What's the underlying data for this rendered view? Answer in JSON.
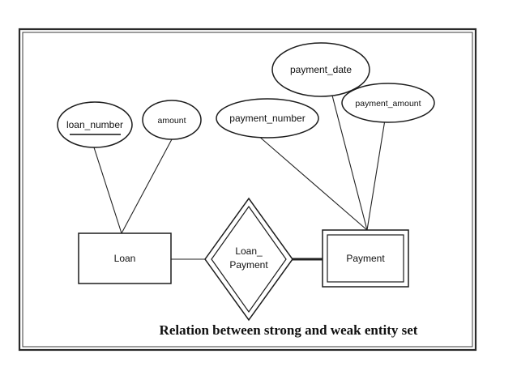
{
  "attributes": {
    "loan_number": "loan_number",
    "amount": "amount",
    "payment_number": "payment_number",
    "payment_date": "payment_date",
    "payment_amount": "payment_amount"
  },
  "entities": {
    "strong": "Loan",
    "weak": "Payment"
  },
  "relationship": {
    "line1": "Loan_",
    "line2": "Payment"
  },
  "caption": "Relation between strong and weak entity set"
}
